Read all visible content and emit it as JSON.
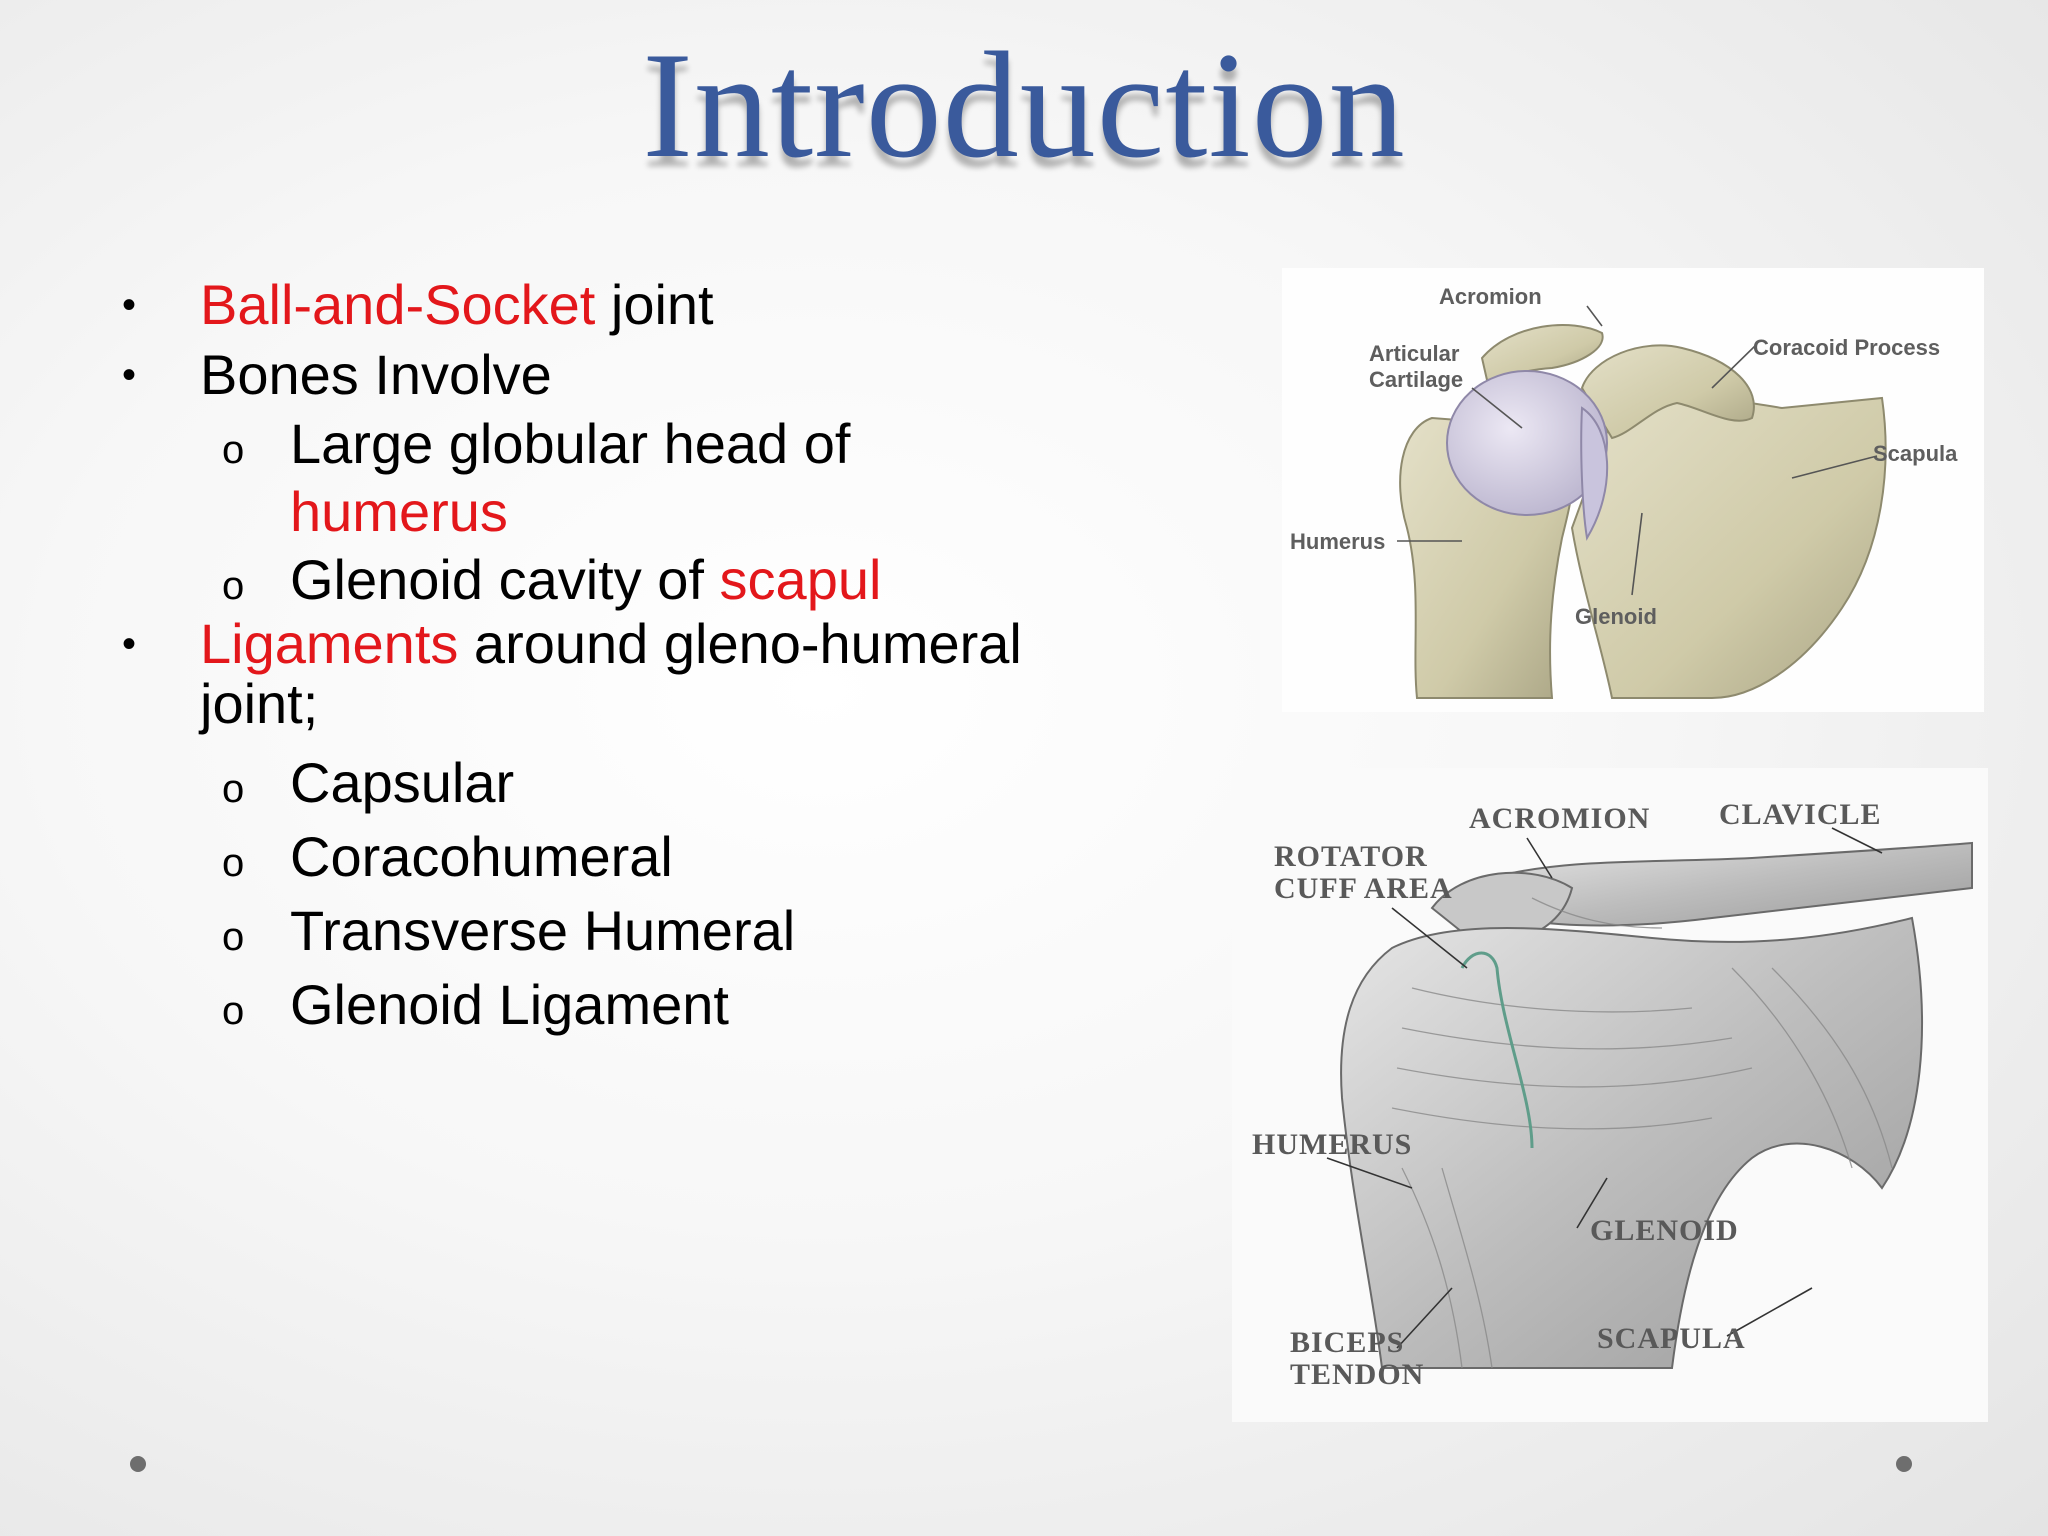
{
  "slide": {
    "title": "Introduction",
    "bullets": {
      "b1": {
        "red": "Ball-and-Socket",
        "rest": " joint"
      },
      "b2": {
        "text": "Bones Involve"
      },
      "b2_sub1": {
        "text": "Large globular head of",
        "red": "humerus"
      },
      "b2_sub2": {
        "text": "Glenoid cavity of ",
        "red": "scapul"
      },
      "b3": {
        "red": "Ligaments",
        "rest": " around gleno-humeral",
        "rest2": "joint;"
      },
      "b3_subs": [
        "Capsular",
        "Coracohumeral",
        "Transverse Humeral",
        "Glenoid Ligament"
      ]
    },
    "bullet_symbol": "•",
    "sub_bullet_symbol": "o"
  },
  "figure_top": {
    "labels": {
      "acromion": "Acromion",
      "articular1": "Articular",
      "articular2": "Cartilage",
      "coracoid": "Coracoid Process",
      "scapula": "Scapula",
      "humerus": "Humerus",
      "glenoid": "Glenoid"
    }
  },
  "figure_bottom": {
    "labels": {
      "acromion": "ACROMION",
      "clavicle": "CLAVICLE",
      "rotator1": "ROTATOR",
      "rotator2": "CUFF AREA",
      "humerus": "HUMERUS",
      "glenoid": "GLENOID",
      "biceps1": "BICEPS",
      "biceps2": "TENDON",
      "scapula": "SCAPULA"
    }
  },
  "colors": {
    "title": "#3a5a9c",
    "highlight": "#e3171b"
  }
}
